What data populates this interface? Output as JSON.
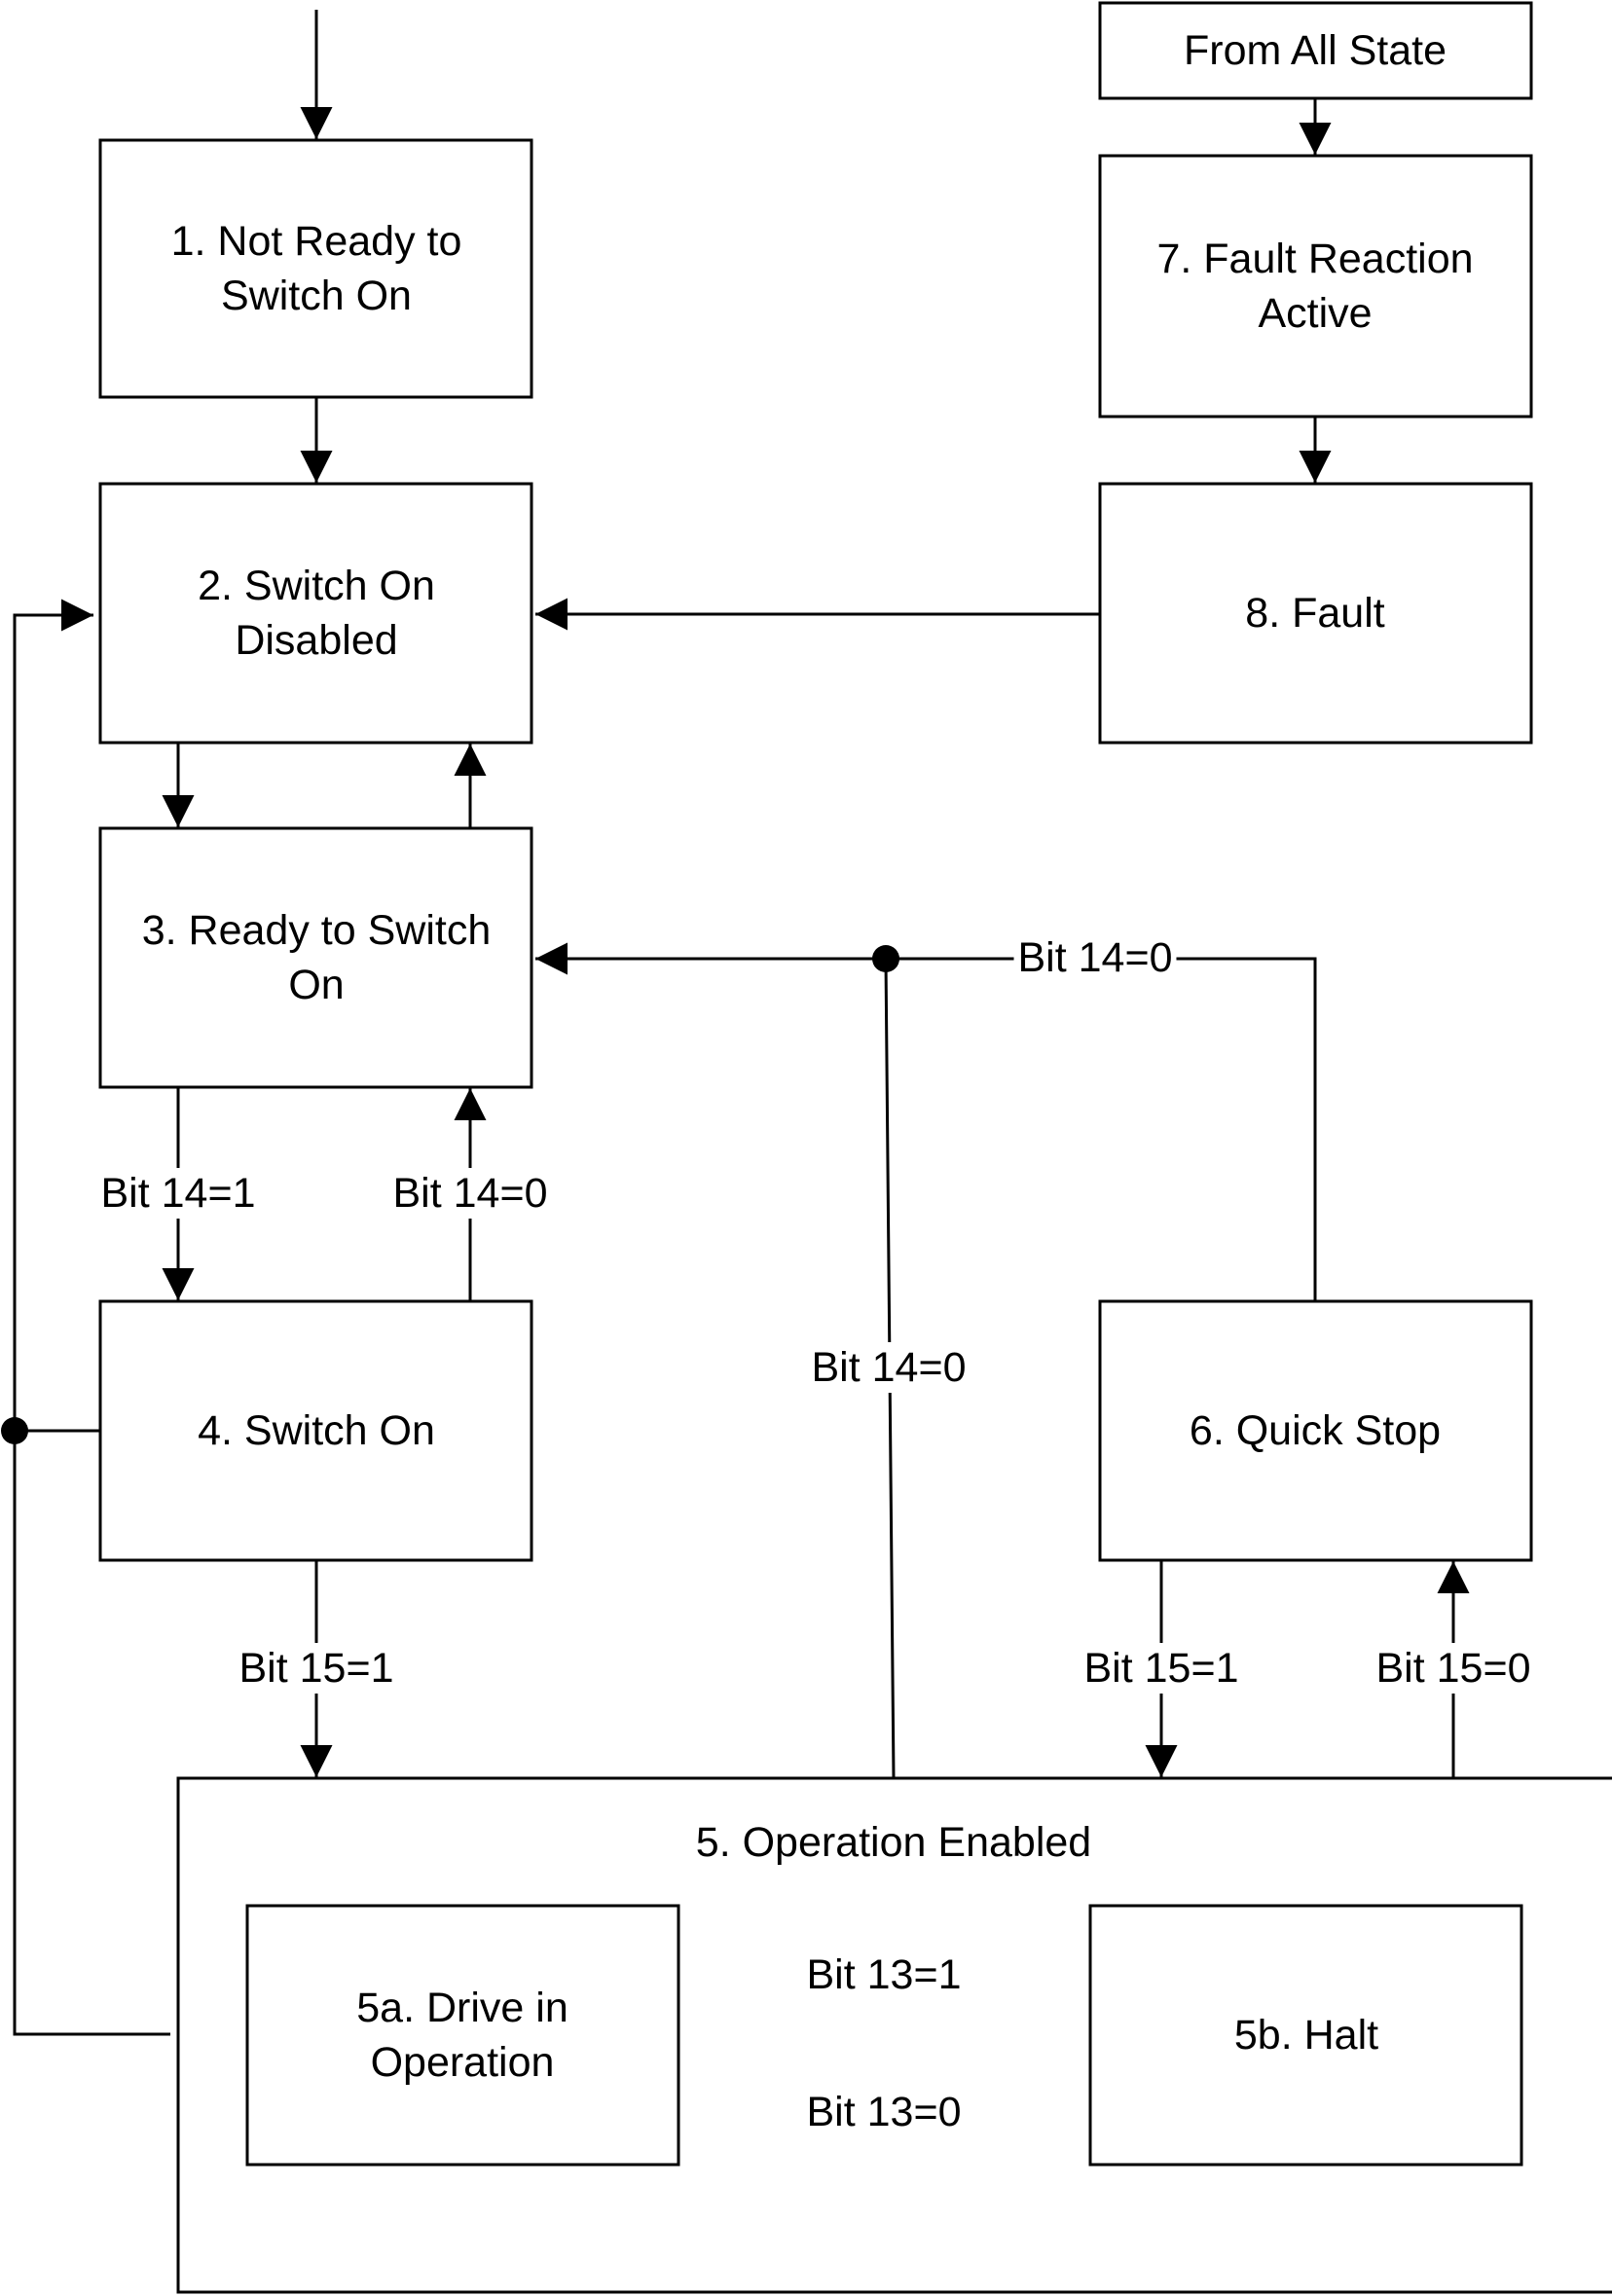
{
  "diagram": {
    "colors": {
      "stroke": "#000000",
      "fill": "#ffffff",
      "text": "#000000"
    },
    "states": {
      "s1": [
        "1. Not Ready to",
        "Switch On"
      ],
      "s2": [
        "2. Switch On",
        "Disabled"
      ],
      "s3": [
        "3. Ready to Switch",
        "On"
      ],
      "s4": [
        "4. Switch On"
      ],
      "s5": [
        "5. Operation Enabled"
      ],
      "s5a": [
        "5a. Drive in",
        "Operation"
      ],
      "s5b": [
        "5b. Halt"
      ],
      "s6": [
        "6. Quick Stop"
      ],
      "s7": [
        "7. Fault Reaction",
        "Active"
      ],
      "s8": [
        "8. Fault"
      ],
      "from_all": [
        "From All State"
      ]
    },
    "transitions": {
      "s3_to_s4": "Bit 14=1",
      "s4_to_s3": "Bit 14=0",
      "s4_to_s5": "Bit 15=1",
      "s6_to_s5": "Bit 15=1",
      "s5_to_s6": "Bit 15=0",
      "s5_to_s3": "Bit 14=0",
      "s6_to_s3": "Bit 14=0",
      "s5a_to_s5b": "Bit 13=1",
      "s5b_to_s5a": "Bit 13=0"
    }
  }
}
